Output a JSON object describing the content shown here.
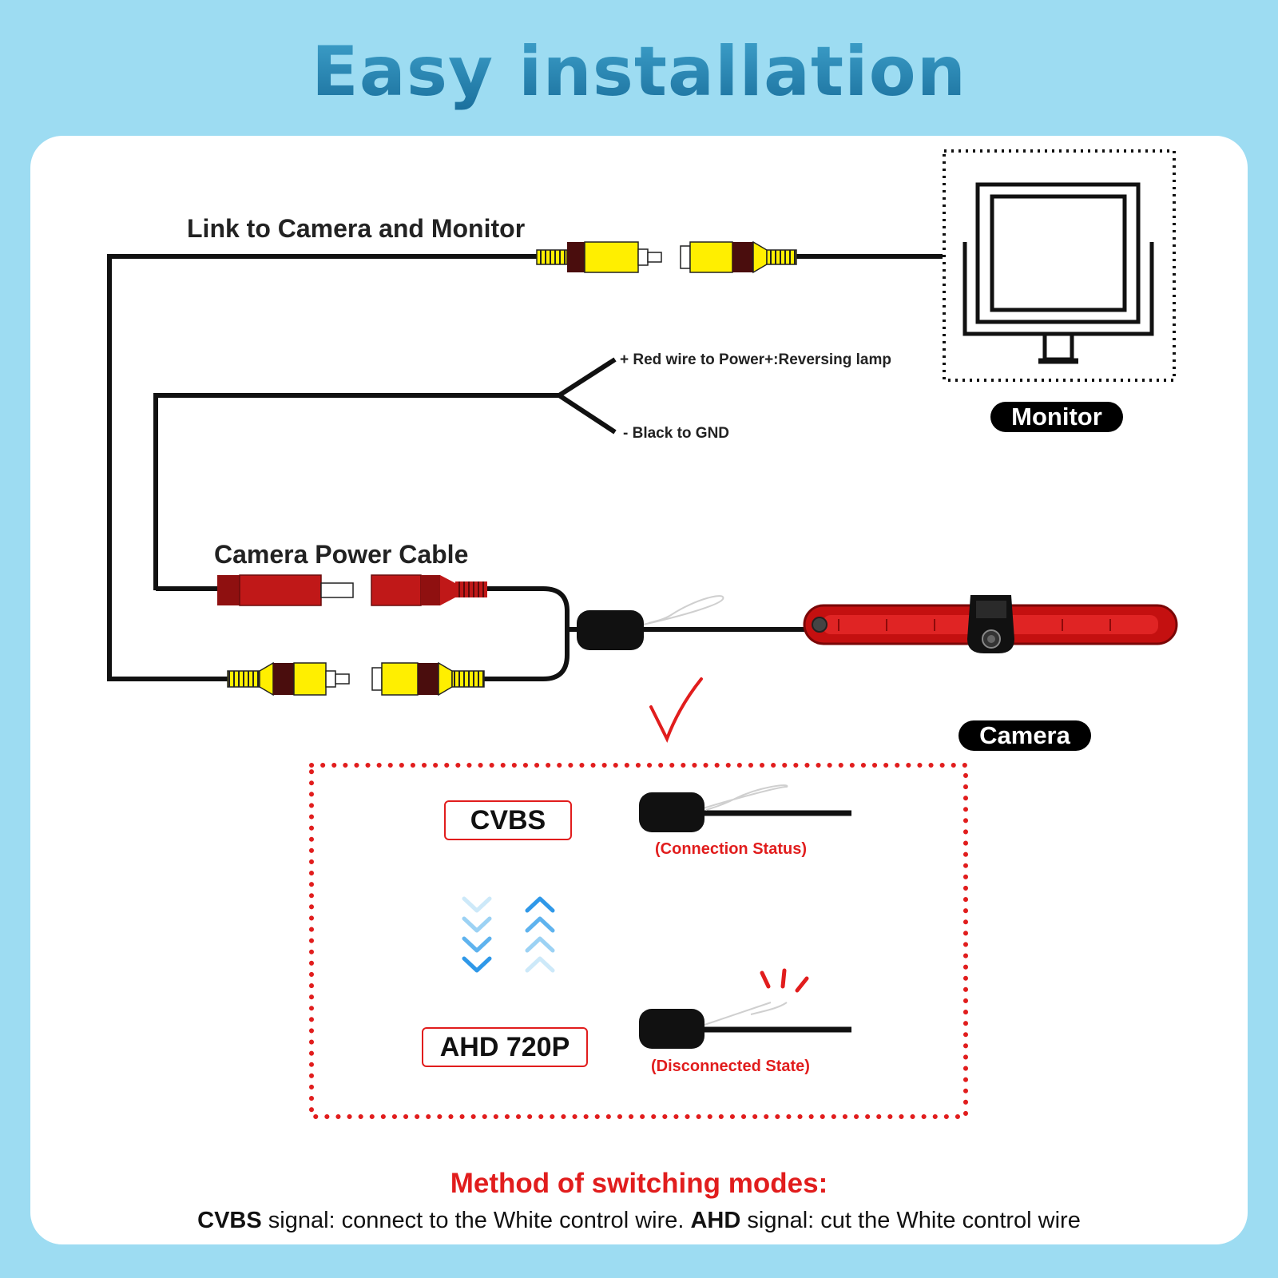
{
  "title": "Easy installation",
  "labels": {
    "link": "Link to Camera and Monitor",
    "red_wire": "+ Red wire to Power+:Reversing lamp",
    "black_wire": "- Black to GND",
    "power_cable": "Camera Power Cable",
    "monitor": "Monitor",
    "camera": "Camera"
  },
  "modes": {
    "cvbs": "CVBS",
    "cvbs_status": "(Connection Status)",
    "ahd": "AHD 720P",
    "ahd_status": "(Disconnected State)"
  },
  "method": {
    "title": "Method of switching modes:",
    "cvbs_bold": "CVBS",
    "cvbs_text": " signal: connect to the White control wire. ",
    "ahd_bold": "AHD",
    "ahd_text": " signal: cut the White control wire"
  },
  "colors": {
    "background": "#9ddcf2",
    "title": "#1f7fae",
    "accent_red": "#e11d1d",
    "rca_yellow": "#ffef00",
    "power_red": "#c01818"
  }
}
